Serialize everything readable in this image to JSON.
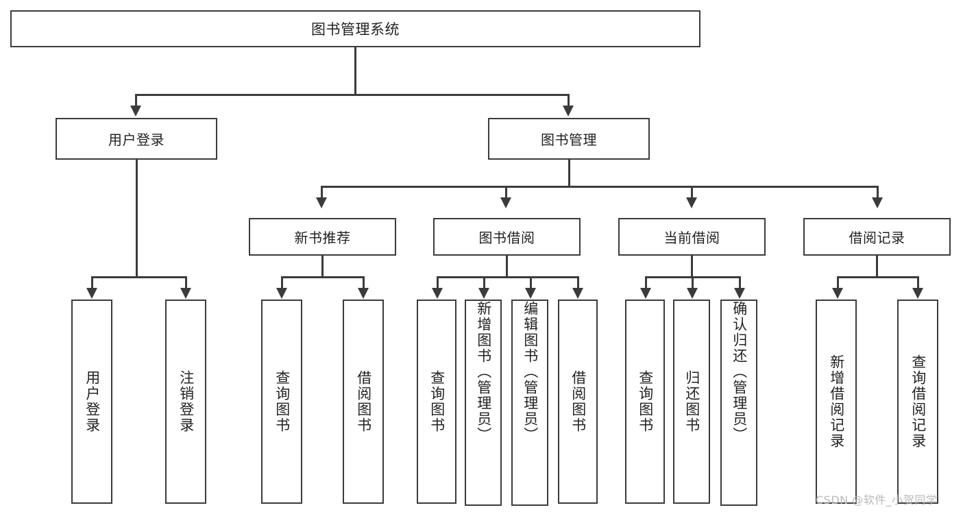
{
  "diagram": {
    "title": "图书管理系统",
    "type": "功能结构图",
    "root": {
      "label": "图书管理系统"
    },
    "level1": [
      {
        "label": "用户登录"
      },
      {
        "label": "图书管理"
      }
    ],
    "level2": [
      {
        "label": "新书推荐"
      },
      {
        "label": "图书借阅"
      },
      {
        "label": "当前借阅"
      },
      {
        "label": "借阅记录"
      }
    ],
    "leaves": {
      "user_login": [
        {
          "label": "用户登录"
        },
        {
          "label": "注销登录"
        }
      ],
      "new_book": [
        {
          "label": "查询图书"
        },
        {
          "label": "借阅图书"
        }
      ],
      "book_borrow": [
        {
          "label": "查询图书"
        },
        {
          "label": "新增图书（管理员）"
        },
        {
          "label": "编辑图书（管理员）"
        },
        {
          "label": "借阅图书"
        }
      ],
      "current_borrow": [
        {
          "label": "查询图书"
        },
        {
          "label": "归还图书"
        },
        {
          "label": "确认归还（管理员）"
        }
      ],
      "borrow_record": [
        {
          "label": "新增借阅记录"
        },
        {
          "label": "查询借阅记录"
        }
      ]
    }
  },
  "watermark": {
    "text": "CSDN @软件_小贺同学"
  },
  "colors": {
    "stroke": "#3b3b3b",
    "fill": "#ffffff",
    "text": "#222222",
    "watermark": "#b9b9b9"
  }
}
